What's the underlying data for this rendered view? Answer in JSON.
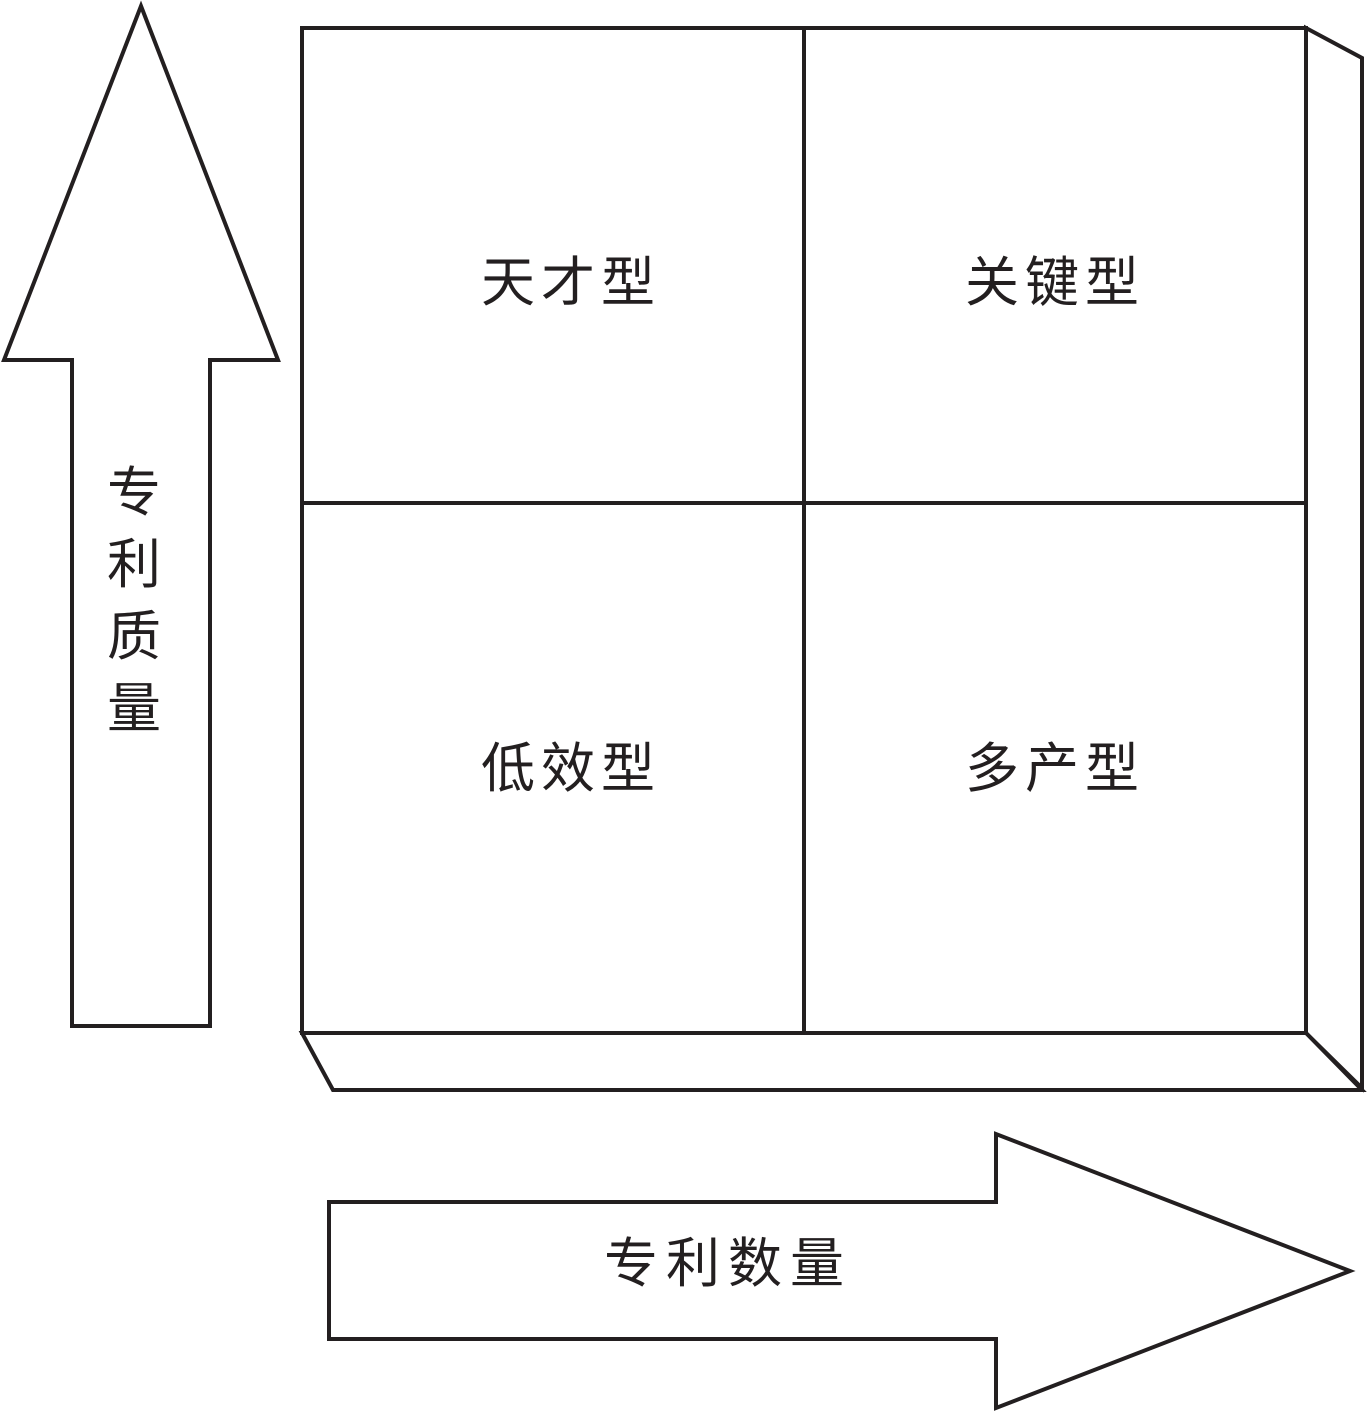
{
  "matrix": {
    "quadrants": {
      "top_left": "天才型",
      "top_right": "关键型",
      "bottom_left": "低效型",
      "bottom_right": "多产型"
    }
  },
  "axes": {
    "vertical_label": "专利质量",
    "horizontal_label": "专利数量"
  },
  "colors": {
    "line": "#231f20",
    "fill": "#ffffff"
  }
}
